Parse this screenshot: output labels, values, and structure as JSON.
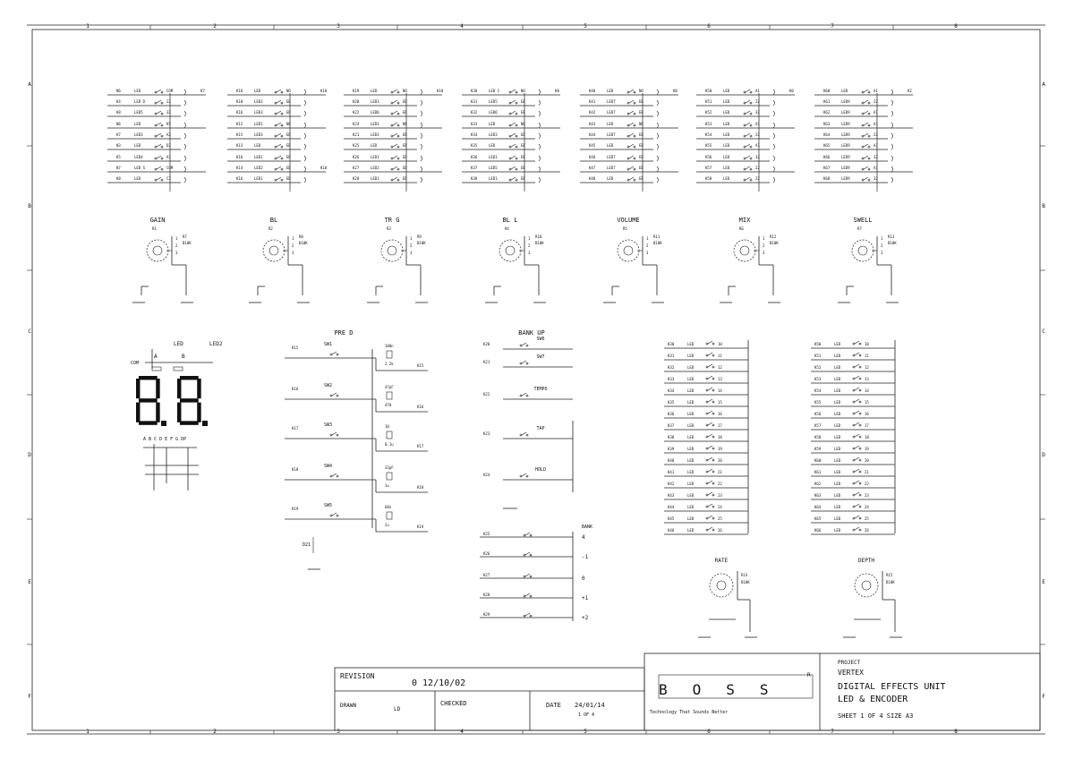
{
  "border": {
    "columns": [
      "1",
      "2",
      "3",
      "4",
      "5",
      "6",
      "7",
      "8"
    ],
    "rows": [
      "A",
      "B",
      "C",
      "D",
      "E",
      "F"
    ]
  },
  "row1_blocks": [
    {
      "lines": [
        {
          "net": "N6",
          "ref": "LED",
          "pin": "COM",
          "out": "K7"
        },
        {
          "net": "K4",
          "ref": "LED D",
          "pin": "22"
        },
        {
          "net": "K8",
          "ref": "LED5",
          "pin": "32"
        },
        {
          "net": "N6",
          "ref": "LED",
          "pin": "K5"
        },
        {
          "net": "K7",
          "ref": "LED3",
          "pin": "A2"
        },
        {
          "net": "N3",
          "ref": "LED",
          "pin": "D2"
        },
        {
          "net": "K5",
          "ref": "LED4",
          "pin": "A1"
        },
        {
          "net": "N7",
          "ref": "LED S",
          "pin": "COM"
        },
        {
          "net": "K8",
          "ref": "LED",
          "pin": "C2"
        }
      ]
    },
    {
      "lines": [
        {
          "net": "K16",
          "ref": "LED",
          "pin": "NO",
          "out": "K18"
        },
        {
          "net": "K10",
          "ref": "LED2",
          "pin": "ED"
        },
        {
          "net": "K16",
          "ref": "LED3",
          "pin": "ED"
        },
        {
          "net": "K12",
          "ref": "LED1",
          "pin": "NO"
        },
        {
          "net": "K15",
          "ref": "LED3",
          "pin": "ED"
        },
        {
          "net": "K13",
          "ref": "LED",
          "pin": "ED"
        },
        {
          "net": "K16",
          "ref": "LED1",
          "pin": "ED"
        },
        {
          "net": "K14",
          "ref": "LED2",
          "pin": "ED",
          "out": "K18"
        },
        {
          "net": "K16",
          "ref": "LED1",
          "pin": "ED"
        }
      ]
    },
    {
      "lines": [
        {
          "net": "K19",
          "ref": "LED",
          "pin": "NO",
          "out": "K18"
        },
        {
          "net": "K20",
          "ref": "LED3",
          "pin": "ED"
        },
        {
          "net": "K22",
          "ref": "LED6",
          "pin": "ED"
        },
        {
          "net": "K24",
          "ref": "LED1",
          "pin": "NO"
        },
        {
          "net": "K21",
          "ref": "LED3",
          "pin": "ED"
        },
        {
          "net": "K25",
          "ref": "LED",
          "pin": "ED"
        },
        {
          "net": "K26",
          "ref": "LED1",
          "pin": "ED"
        },
        {
          "net": "K27",
          "ref": "LED2",
          "pin": "ED"
        },
        {
          "net": "K28",
          "ref": "LED1",
          "pin": "ED"
        }
      ]
    },
    {
      "lines": [
        {
          "net": "K30",
          "ref": "LED 1",
          "pin": "NO",
          "out": "K8"
        },
        {
          "net": "K31",
          "ref": "LED5",
          "pin": "EE"
        },
        {
          "net": "K32",
          "ref": "LED6",
          "pin": "EE"
        },
        {
          "net": "K33",
          "ref": "LED",
          "pin": "NO"
        },
        {
          "net": "K34",
          "ref": "LED3",
          "pin": "ED"
        },
        {
          "net": "K35",
          "ref": "LED",
          "pin": "EE"
        },
        {
          "net": "K36",
          "ref": "LED1",
          "pin": "EE"
        },
        {
          "net": "K37",
          "ref": "LED5",
          "pin": "EE"
        },
        {
          "net": "K38",
          "ref": "LED1",
          "pin": "EE"
        }
      ]
    },
    {
      "lines": [
        {
          "net": "K40",
          "ref": "LED",
          "pin": "NO",
          "out": "K0"
        },
        {
          "net": "K41",
          "ref": "LED7",
          "pin": "EE"
        },
        {
          "net": "K42",
          "ref": "LED7",
          "pin": "EE"
        },
        {
          "net": "K43",
          "ref": "LED",
          "pin": "NO"
        },
        {
          "net": "K44",
          "ref": "LED7",
          "pin": "EE"
        },
        {
          "net": "K45",
          "ref": "LED",
          "pin": "EE"
        },
        {
          "net": "K46",
          "ref": "LED7",
          "pin": "EE"
        },
        {
          "net": "K47",
          "ref": "LED7",
          "pin": "EE"
        },
        {
          "net": "K48",
          "ref": "LED",
          "pin": "EE"
        }
      ]
    },
    {
      "lines": [
        {
          "net": "K50",
          "ref": "LED",
          "pin": "A1",
          "out": "K0"
        },
        {
          "net": "K51",
          "ref": "LED",
          "pin": "22"
        },
        {
          "net": "K52",
          "ref": "LED",
          "pin": "32"
        },
        {
          "net": "K53",
          "ref": "LED",
          "pin": "A1"
        },
        {
          "net": "K54",
          "ref": "LED",
          "pin": "22"
        },
        {
          "net": "K55",
          "ref": "LED",
          "pin": "A1"
        },
        {
          "net": "K56",
          "ref": "LED",
          "pin": "32"
        },
        {
          "net": "K57",
          "ref": "LED",
          "pin": "22"
        },
        {
          "net": "K58",
          "ref": "LED",
          "pin": "22"
        }
      ]
    },
    {
      "lines": [
        {
          "net": "K60",
          "ref": "LED",
          "pin": "A1",
          "out": "K2"
        },
        {
          "net": "K61",
          "ref": "LED9",
          "pin": "22"
        },
        {
          "net": "K62",
          "ref": "LED9",
          "pin": "A1"
        },
        {
          "net": "K63",
          "ref": "LED9",
          "pin": "A1"
        },
        {
          "net": "K64",
          "ref": "LED9",
          "pin": "22"
        },
        {
          "net": "K65",
          "ref": "LED9",
          "pin": "A1"
        },
        {
          "net": "K66",
          "ref": "LED9",
          "pin": "32"
        },
        {
          "net": "K67",
          "ref": "LED9",
          "pin": "A1"
        },
        {
          "net": "K68",
          "ref": "LED9",
          "pin": "32"
        }
      ]
    }
  ],
  "pots": [
    {
      "title": "GAIN",
      "ref": "R1",
      "part": "R7",
      "val": "B10K"
    },
    {
      "title": "BL",
      "ref": "R2",
      "part": "R8",
      "val": "B10K"
    },
    {
      "title": "TR G",
      "ref": "R3",
      "part": "R9",
      "val": "B10K"
    },
    {
      "title": "BL L",
      "ref": "R4",
      "part": "R10",
      "val": "B10K"
    },
    {
      "title": "VOLUME",
      "ref": "R5",
      "part": "R11",
      "val": "B10K"
    },
    {
      "title": "MIX",
      "ref": "R6",
      "part": "R12",
      "val": "B10K"
    },
    {
      "title": "SWELL",
      "ref": "R7",
      "part": "R13",
      "val": "B10K"
    }
  ],
  "display": {
    "label": "LED",
    "ref": "LED2",
    "top_left": "A",
    "top_right": "B",
    "com": "COM",
    "digits": "8.8.",
    "pins": "A B C D E F G DP"
  },
  "switches_left": {
    "title": "PRE D",
    "items": [
      {
        "label": "SW1",
        "net": "K15",
        "cap": "100n",
        "val": "2.2k"
      },
      {
        "label": "SW2",
        "net": "K16",
        "cap": "47pF",
        "val": "470"
      },
      {
        "label": "SW3",
        "net": "K17",
        "cap": "10",
        "val": "0.1u"
      },
      {
        "label": "SW4",
        "net": "K18",
        "cap": "33pF",
        "val": "1u"
      },
      {
        "label": "SW5",
        "net": "K19",
        "cap": "68n",
        "val": "2u"
      }
    ],
    "footer": "D21"
  },
  "switches_mid": {
    "title": "BANK UP",
    "items": [
      {
        "label": "SW6",
        "net": "K20"
      },
      {
        "label": "SW7",
        "net": "K21"
      },
      {
        "label": "TEMPO",
        "net": "K22"
      },
      {
        "label": "TAP",
        "net": "K23"
      },
      {
        "label": "HOLD",
        "net": "K24"
      }
    ],
    "bank": "BANK",
    "values": [
      "4",
      "-1",
      "0",
      "+1",
      "+2"
    ]
  },
  "right_pins_a": [
    "K30",
    "K31",
    "K32",
    "K33",
    "K34",
    "K35",
    "K36",
    "K37",
    "K38",
    "K39",
    "K40",
    "K41",
    "K42",
    "K43",
    "K44",
    "K45",
    "K46"
  ],
  "right_pins_b": [
    "K50",
    "K51",
    "K52",
    "K53",
    "K54",
    "K55",
    "K56",
    "K57",
    "K58",
    "K59",
    "K60",
    "K61",
    "K62",
    "K63",
    "K64",
    "K65",
    "K66"
  ],
  "bottom_pots": [
    {
      "title": "RATE",
      "ref": "R14",
      "val": "B10K"
    },
    {
      "title": "DEPTH",
      "ref": "R15",
      "val": "B10K"
    }
  ],
  "revision": {
    "label": "REVISION",
    "value": "0 12/10/02",
    "drawn_label": "DRAWN",
    "drawn_value": "LD",
    "checked_label": "CHECKED",
    "date_label": "DATE",
    "date_value": "24/01/14",
    "sheet": "1 OF 4"
  },
  "title_block": {
    "logo": "BOSS",
    "reg": "R",
    "tagline": "Technology That Sounds Better",
    "project_label": "PROJECT",
    "project_value": "VERTEX",
    "title_line1": "DIGITAL EFFECTS UNIT",
    "title_line2": "LED & ENCODER",
    "sheet_info": "SHEET 1 OF 4  SIZE A3"
  }
}
